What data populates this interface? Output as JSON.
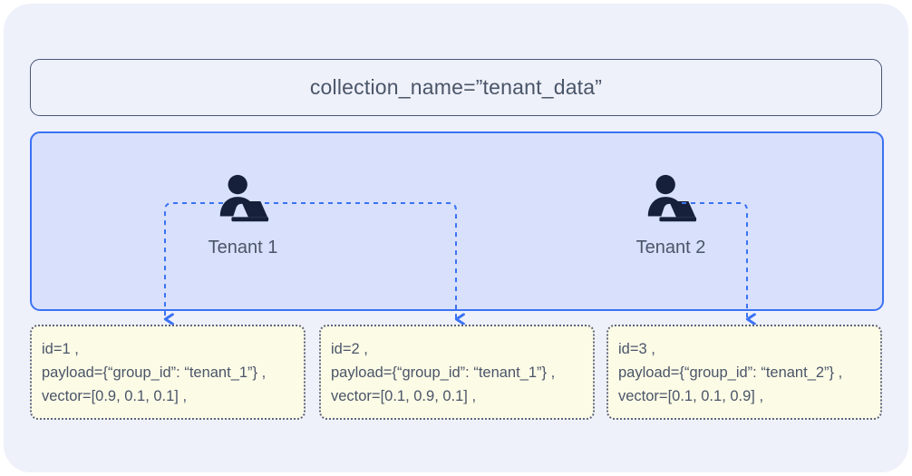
{
  "diagram": {
    "title_box": {
      "label": "collection_name=”tenant_data”"
    },
    "panel": {
      "tenants": [
        {
          "icon": "person-at-laptop-icon",
          "label": "Tenant 1"
        },
        {
          "icon": "person-at-laptop-icon",
          "label": "Tenant 2"
        }
      ]
    },
    "records": [
      {
        "lines": [
          "id=1 ,",
          "payload={“group_id”: “tenant_1”} ,",
          "vector=[0.9, 0.1, 0.1] ,"
        ]
      },
      {
        "lines": [
          "id=2 ,",
          "payload={“group_id”: “tenant_1”} ,",
          "vector=[0.1, 0.9, 0.1] ,"
        ]
      },
      {
        "lines": [
          "id=3 ,",
          "payload={“group_id”: “tenant_2”} ,",
          "vector=[0.1, 0.1, 0.9] ,"
        ]
      }
    ],
    "colors": {
      "card_background": "#eef1fa",
      "panel_fill": "#d8e0fb",
      "panel_border": "#3b72f4",
      "connector": "#3b72f4",
      "record_fill": "#fcfbe6",
      "record_border": "#5a6482",
      "text": "#4a5568",
      "icon": "#16203a"
    }
  }
}
